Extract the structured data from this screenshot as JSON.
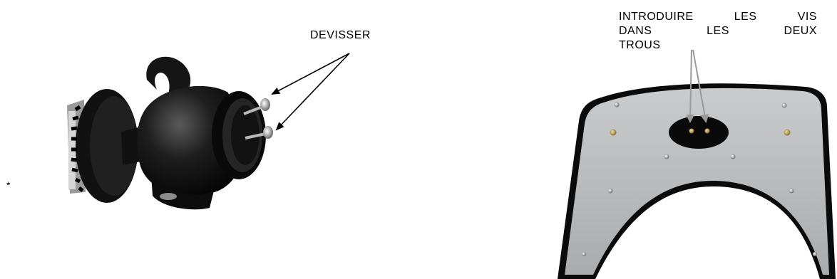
{
  "asterisk": "*",
  "mount_figure": {
    "label": "DEVISSER"
  },
  "plate_figure": {
    "label_lines": [
      [
        "INTRODUIRE",
        "LES",
        "VIS"
      ],
      [
        "DANS",
        "LES",
        "DEUX"
      ],
      [
        "TROUS"
      ]
    ]
  }
}
